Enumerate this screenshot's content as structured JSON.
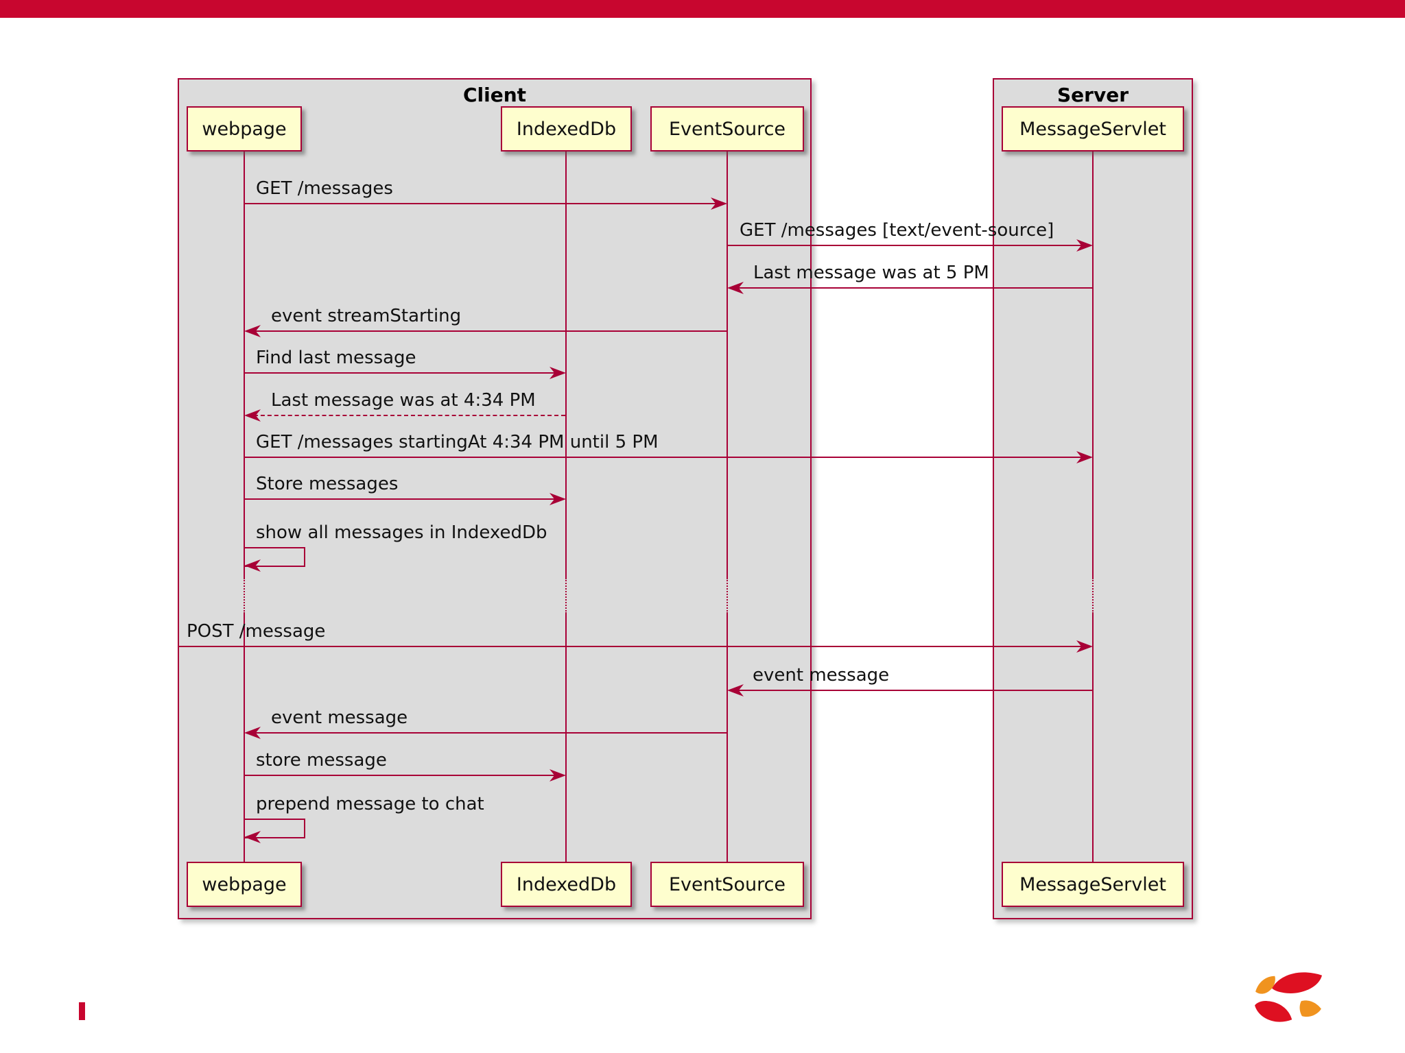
{
  "slide": {
    "top_bar_color": "#C8062F",
    "footer_mark_color": "#C8062F",
    "logo": {
      "name": "s-swoosh-logo",
      "red": "#DE1021",
      "orange": "#F0931F"
    }
  },
  "diagram": {
    "type": "uml-sequence",
    "colors": {
      "accent": "#A80036",
      "participant_fill": "#FEFECE",
      "frame_fill": "#DCDCDC",
      "text": "#000000"
    },
    "frames": [
      {
        "title": "Client"
      },
      {
        "title": "Server"
      }
    ],
    "participants": [
      {
        "name": "webpage",
        "frame": "Client"
      },
      {
        "name": "IndexedDb",
        "frame": "Client"
      },
      {
        "name": "EventSource",
        "frame": "Client"
      },
      {
        "name": "MessageServlet",
        "frame": "Server"
      }
    ],
    "messages": [
      {
        "from": "webpage",
        "to": "EventSource",
        "label": "GET /messages",
        "line": "solid"
      },
      {
        "from": "EventSource",
        "to": "MessageServlet",
        "label": "GET /messages [text/event-source]",
        "line": "solid"
      },
      {
        "from": "MessageServlet",
        "to": "EventSource",
        "label": "Last message was at 5 PM",
        "line": "solid"
      },
      {
        "from": "EventSource",
        "to": "webpage",
        "label": "event streamStarting",
        "line": "solid"
      },
      {
        "from": "webpage",
        "to": "IndexedDb",
        "label": "Find last message",
        "line": "solid"
      },
      {
        "from": "IndexedDb",
        "to": "webpage",
        "label": "Last message was at 4:34 PM",
        "line": "dashed"
      },
      {
        "from": "webpage",
        "to": "MessageServlet",
        "label": "GET /messages startingAt 4:34 PM until 5 PM",
        "line": "solid"
      },
      {
        "from": "webpage",
        "to": "IndexedDb",
        "label": "Store messages",
        "line": "solid"
      },
      {
        "from": "webpage",
        "to": "webpage",
        "label": "show all messages in IndexedDb",
        "line": "self"
      },
      {
        "from": "",
        "to": "",
        "label": "",
        "line": "delay-separator"
      },
      {
        "from": "client-frame-edge",
        "to": "MessageServlet",
        "label": "POST /message",
        "line": "solid"
      },
      {
        "from": "MessageServlet",
        "to": "EventSource",
        "label": "event message",
        "line": "solid"
      },
      {
        "from": "EventSource",
        "to": "webpage",
        "label": "event message",
        "line": "solid"
      },
      {
        "from": "webpage",
        "to": "IndexedDb",
        "label": "store message",
        "line": "solid"
      },
      {
        "from": "webpage",
        "to": "webpage",
        "label": "prepend message to chat",
        "line": "self"
      }
    ]
  }
}
